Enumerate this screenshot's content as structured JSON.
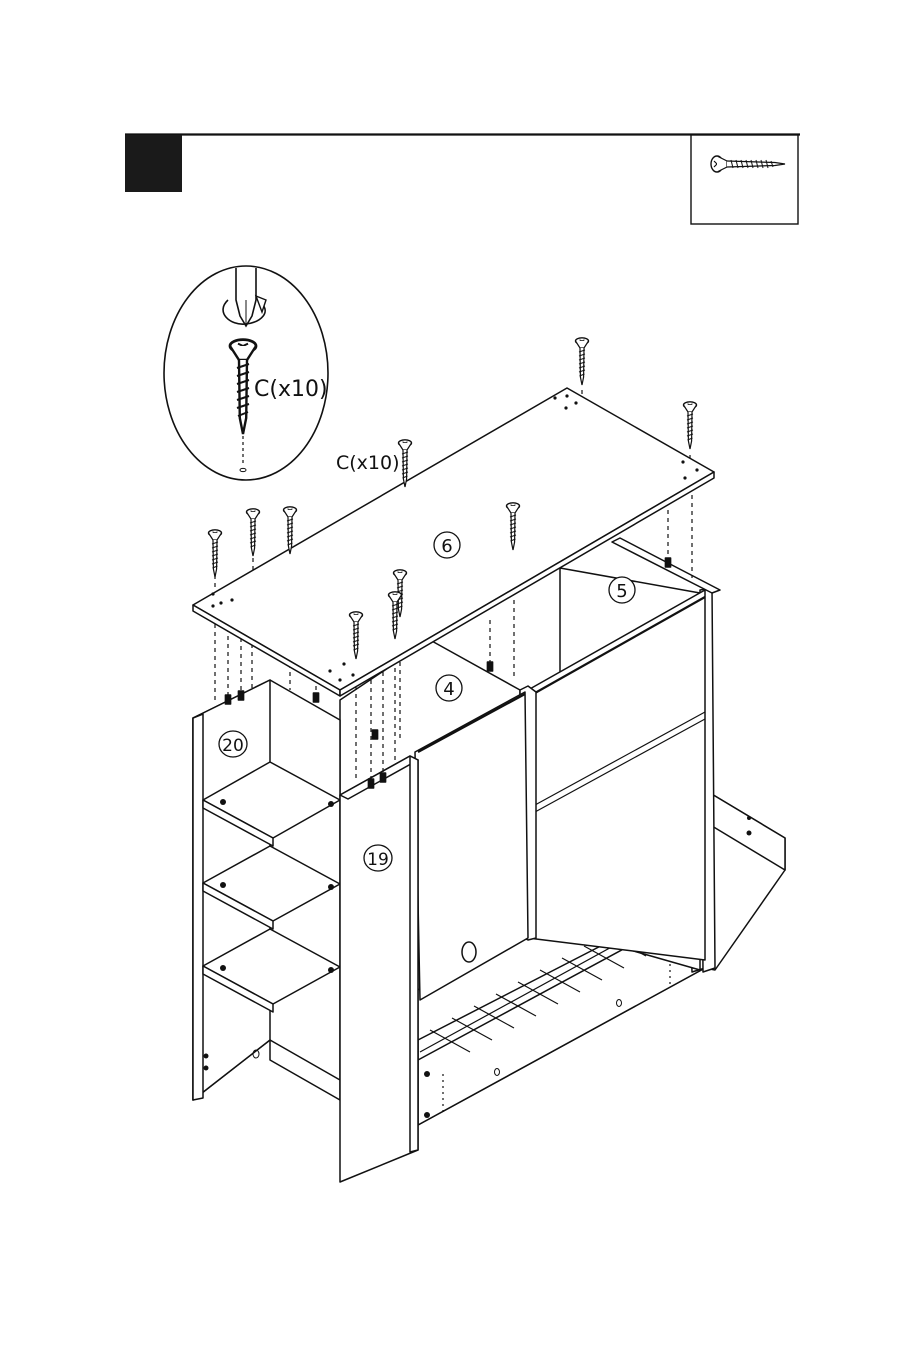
{
  "step": {
    "number": "",
    "hardware_icon": "screw-icon"
  },
  "detail": {
    "label": "C(x10)",
    "icons": [
      "screwdriver-icon",
      "rotation-arrow-icon",
      "screw-icon"
    ]
  },
  "main_callout": {
    "label": "C(x10)"
  },
  "parts": {
    "p6": "6",
    "p5": "5",
    "p4": "4",
    "p20": "20",
    "p19": "19"
  },
  "colors": {
    "ink": "#111111",
    "step_badge": "#1a1a1a",
    "paper": "#ffffff"
  }
}
